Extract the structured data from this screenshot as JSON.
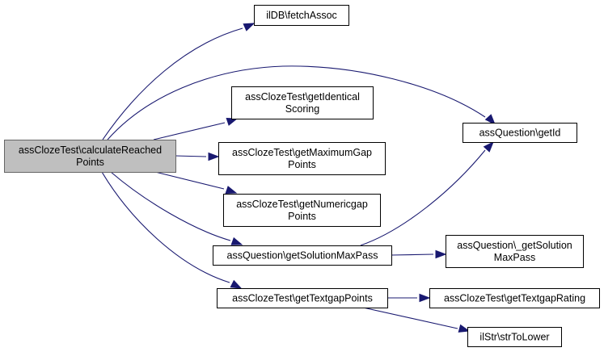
{
  "diagram": {
    "type": "call-graph",
    "root": "calc",
    "nodes": [
      {
        "id": "calc",
        "lines": [
          "assClozeTest\\calculateReached",
          "Points"
        ],
        "highlighted": true
      },
      {
        "id": "fetchAssoc",
        "lines": [
          "ilDB\\fetchAssoc"
        ]
      },
      {
        "id": "getIdentical",
        "lines": [
          "assClozeTest\\getIdentical",
          "Scoring"
        ]
      },
      {
        "id": "getMaxGap",
        "lines": [
          "assClozeTest\\getMaximumGap",
          "Points"
        ]
      },
      {
        "id": "getNumericgap",
        "lines": [
          "assClozeTest\\getNumericgap",
          "Points"
        ]
      },
      {
        "id": "getSolMaxPass",
        "lines": [
          "assQuestion\\getSolutionMaxPass"
        ]
      },
      {
        "id": "getTextgap",
        "lines": [
          "assClozeTest\\getTextgapPoints"
        ]
      },
      {
        "id": "getId",
        "lines": [
          "assQuestion\\getId"
        ]
      },
      {
        "id": "_getSolMaxPass",
        "lines": [
          "assQuestion\\_getSolution",
          "MaxPass"
        ]
      },
      {
        "id": "getTextgapRating",
        "lines": [
          "assClozeTest\\getTextgapRating"
        ]
      },
      {
        "id": "strToLower",
        "lines": [
          "ilStr\\strToLower"
        ]
      }
    ],
    "edges": [
      {
        "from": "calc",
        "to": "fetchAssoc"
      },
      {
        "from": "calc",
        "to": "getId"
      },
      {
        "from": "calc",
        "to": "getIdentical"
      },
      {
        "from": "calc",
        "to": "getMaxGap"
      },
      {
        "from": "calc",
        "to": "getNumericgap"
      },
      {
        "from": "calc",
        "to": "getSolMaxPass"
      },
      {
        "from": "calc",
        "to": "getTextgap"
      },
      {
        "from": "getSolMaxPass",
        "to": "getId"
      },
      {
        "from": "getSolMaxPass",
        "to": "_getSolMaxPass"
      },
      {
        "from": "getTextgap",
        "to": "getTextgapRating"
      },
      {
        "from": "getTextgap",
        "to": "strToLower"
      }
    ],
    "colors": {
      "edge": "#191970",
      "root_fill": "#bfbfbf",
      "node_fill": "#ffffff",
      "node_border": "#000000"
    }
  }
}
